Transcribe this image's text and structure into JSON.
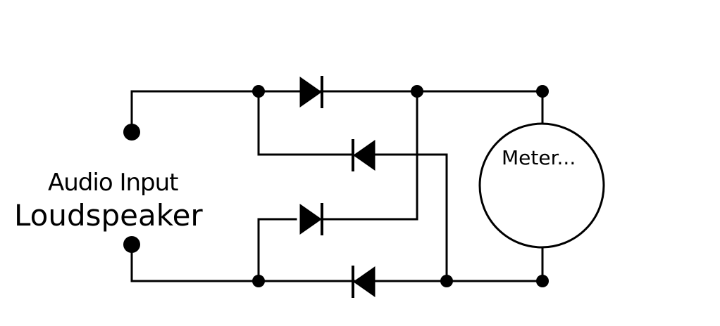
{
  "labels": {
    "input_line1": "Audio Input",
    "input_line2": "Loudspeaker",
    "meter": "Meter..."
  },
  "colors": {
    "ink": "#000000",
    "background": "#ffffff"
  },
  "components": {
    "terminals": 2,
    "diodes": 4,
    "meter": 1
  }
}
